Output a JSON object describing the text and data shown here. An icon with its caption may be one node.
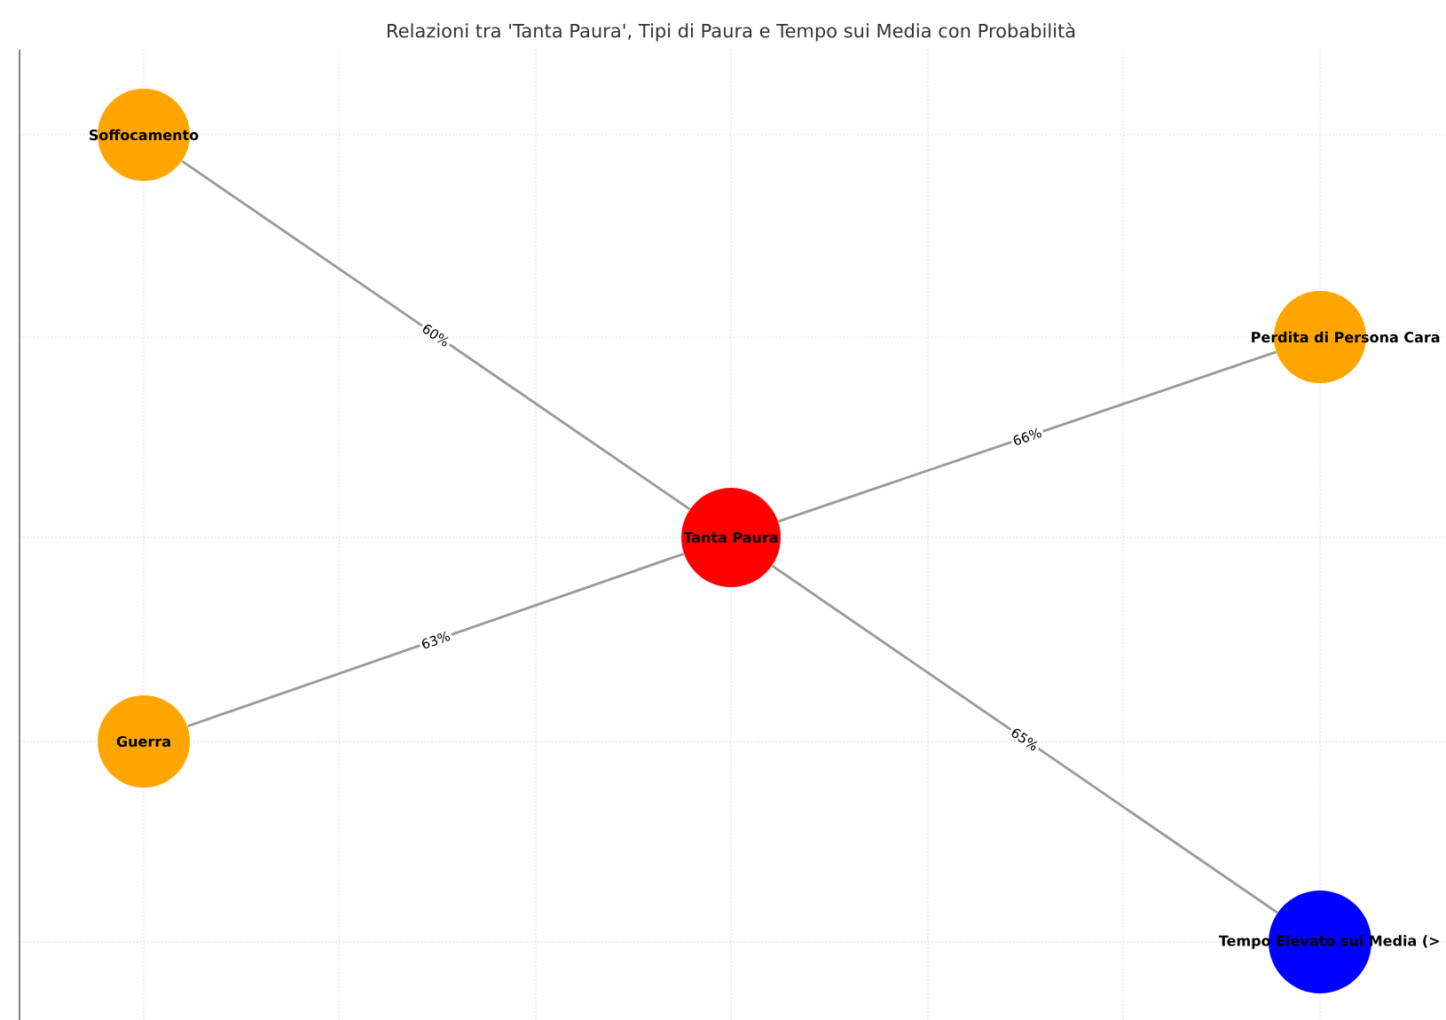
{
  "diagram": {
    "title": "Relazioni tra 'Tanta Paura', Tipi di Paura e Tempo sui Media con Probabilità",
    "nodes": [
      {
        "text": [
          "Soffocamento"
        ]
      },
      {
        "text": [
          "Perdita di Persona Cara"
        ]
      },
      {
        "text": [
          "Tanta Paura"
        ]
      },
      {
        "text": [
          "Guerra"
        ]
      },
      {
        "text": [
          "Tempo Elevato sui Media (>"
        ]
      }
    ],
    "edges": [
      {
        "from": 2,
        "to": 0,
        "arrow": "none",
        "label": "60%"
      },
      {
        "from": 2,
        "to": 1,
        "arrow": "none",
        "label": "66%"
      },
      {
        "from": 2,
        "to": 3,
        "arrow": "none",
        "label": "63%"
      },
      {
        "from": 2,
        "to": 4,
        "arrow": "none",
        "label": "65%"
      }
    ]
  }
}
